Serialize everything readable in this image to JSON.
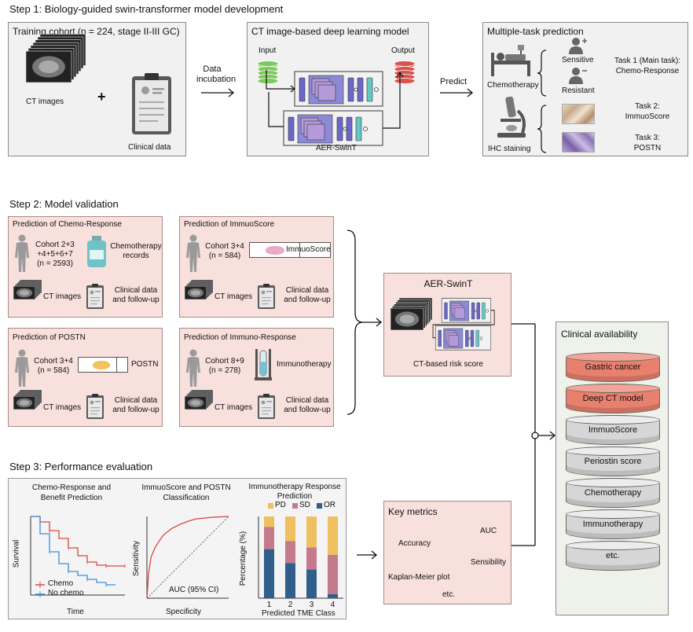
{
  "step1": {
    "title": "Step 1:  Biology-guided swin-transformer model development",
    "training": {
      "title": "Training cohort (n = 224, stage II-III GC)",
      "ct_label": "CT images",
      "plus": "+",
      "clinical_label": "Clinical data"
    },
    "data_incubation": [
      "Data",
      "incubation"
    ],
    "model": {
      "title": "CT image-based deep learning model",
      "input": "Input",
      "output": "Output",
      "name": "AER-SwinT"
    },
    "predict": "Predict",
    "multi": {
      "title": "Multiple-task prediction",
      "chemotherapy": "Chemotherapy",
      "sensitive": "Sensitive",
      "resistant": "Resistant",
      "task1": [
        "Task 1 (Main task):",
        "Chemo-Response"
      ],
      "ihc": "IHC staining",
      "task2": [
        "Task 2:",
        "ImmuoScore"
      ],
      "task3": [
        "Task 3:",
        "POSTN"
      ]
    }
  },
  "step2": {
    "title": "Step 2:  Model validation",
    "chemo": {
      "title": "Prediction of Chemo-Response",
      "cohort": [
        "Cohort 2+3",
        "+4+5+6+7",
        "(n = 2593)"
      ],
      "records": [
        "Chemotherapy",
        "records"
      ],
      "ct": "CT images",
      "clinical": [
        "Clinical data",
        "and follow-up"
      ]
    },
    "immuoscore": {
      "title": "Prediction of ImmuoScore",
      "cohort": [
        "Cohort 3+4",
        "(n = 584)"
      ],
      "slide": "ImmuoScore",
      "ct": "CT images",
      "clinical": [
        "Clinical data",
        "and follow-up"
      ]
    },
    "postn": {
      "title": "Prediction of POSTN",
      "cohort": [
        "Cohort 3+4",
        "(n = 584)"
      ],
      "slide": "POSTN",
      "ct": "CT images",
      "clinical": [
        "Clinical data",
        "and follow-up"
      ]
    },
    "immuno": {
      "title": "Prediction of Immuno-Response",
      "cohort": [
        "Cohort 8+9",
        "(n = 278)"
      ],
      "therapy": "Immunotherapy",
      "ct": "CT images",
      "clinical": [
        "Clinical data",
        "and follow-up"
      ]
    },
    "risk": {
      "title": "AER-SwinT",
      "label": "CT-based risk score"
    }
  },
  "clinical": {
    "title": "Clinical availability",
    "layers": [
      "Gastric cancer",
      "Deep CT model",
      "ImmuoScore",
      "Periostin score",
      "Chemotherapy",
      "Immunotherapy",
      "etc."
    ],
    "colors": {
      "highlight": "#e8806e",
      "base": "#d6d6d6"
    }
  },
  "step3": {
    "title": "Step 3:  Performance evaluation",
    "km": {
      "title": [
        "Chemo-Response and",
        "Benefit Prediction"
      ],
      "ylabel": "Survival",
      "xlabel": "Time",
      "legend": [
        "Chemo",
        "No chemo"
      ]
    },
    "roc": {
      "title": [
        "ImmuoScore and POSTN",
        "Classification"
      ],
      "ylabel": "Sensitivity",
      "xlabel": "Specificity",
      "auc": "AUC (95% CI)"
    },
    "bar": {
      "title": [
        "Immunotherapy Response",
        "Prediction"
      ],
      "ylabel": "Percentage (%)",
      "xlabel": "Predicted TME Class"
    },
    "metrics": {
      "title": "Key metrics",
      "items": [
        "AUC",
        "Accuracy",
        "Sensibility",
        "Kaplan-Meier plot",
        "etc."
      ]
    }
  },
  "chart_data": [
    {
      "type": "line",
      "title": "Chemo-Response and Benefit Prediction",
      "xlabel": "Time",
      "ylabel": "Survival",
      "series": [
        {
          "name": "Chemo",
          "color": "#d9473f",
          "x": [
            0,
            0.1,
            0.2,
            0.3,
            0.4,
            0.5,
            0.6,
            0.7,
            0.8,
            0.9,
            1.0
          ],
          "y": [
            1.0,
            0.93,
            0.82,
            0.72,
            0.6,
            0.5,
            0.42,
            0.38,
            0.37,
            0.37,
            0.37
          ]
        },
        {
          "name": "No chemo",
          "color": "#3b8fd9",
          "x": [
            0,
            0.1,
            0.2,
            0.3,
            0.4,
            0.5,
            0.6,
            0.7,
            0.8,
            0.9
          ],
          "y": [
            1.0,
            0.78,
            0.55,
            0.4,
            0.3,
            0.25,
            0.2,
            0.16,
            0.13,
            0.13
          ]
        }
      ],
      "grid": false
    },
    {
      "type": "line",
      "title": "ImmuoScore and POSTN Classification",
      "xlabel": "Specificity",
      "ylabel": "Sensitivity",
      "series": [
        {
          "name": "ROC",
          "color": "#d9473f",
          "x": [
            0,
            0.02,
            0.05,
            0.1,
            0.15,
            0.2,
            0.3,
            0.4,
            0.5,
            0.6,
            0.8,
            1.0
          ],
          "y": [
            0,
            0.3,
            0.5,
            0.62,
            0.7,
            0.77,
            0.85,
            0.9,
            0.94,
            0.97,
            0.99,
            1.0
          ]
        },
        {
          "name": "Reference",
          "color": "#555555",
          "x": [
            0,
            1
          ],
          "y": [
            0,
            1
          ]
        }
      ],
      "annotation": "AUC (95% CI)"
    },
    {
      "type": "bar",
      "stacked": true,
      "title": "Immunotherapy Response Prediction",
      "xlabel": "Predicted TME Class",
      "ylabel": "Percentage (%)",
      "categories": [
        "1",
        "2",
        "3",
        "4"
      ],
      "series": [
        {
          "name": "OR",
          "color": "#2f5f8a",
          "values": [
            60,
            43,
            35,
            5
          ]
        },
        {
          "name": "SD",
          "color": "#c47a8c",
          "values": [
            27,
            27,
            27,
            48
          ]
        },
        {
          "name": "PD",
          "color": "#eec060",
          "values": [
            13,
            30,
            38,
            47
          ]
        }
      ],
      "legend_order": [
        "PD",
        "SD",
        "OR"
      ],
      "ylim": [
        0,
        100
      ]
    }
  ]
}
